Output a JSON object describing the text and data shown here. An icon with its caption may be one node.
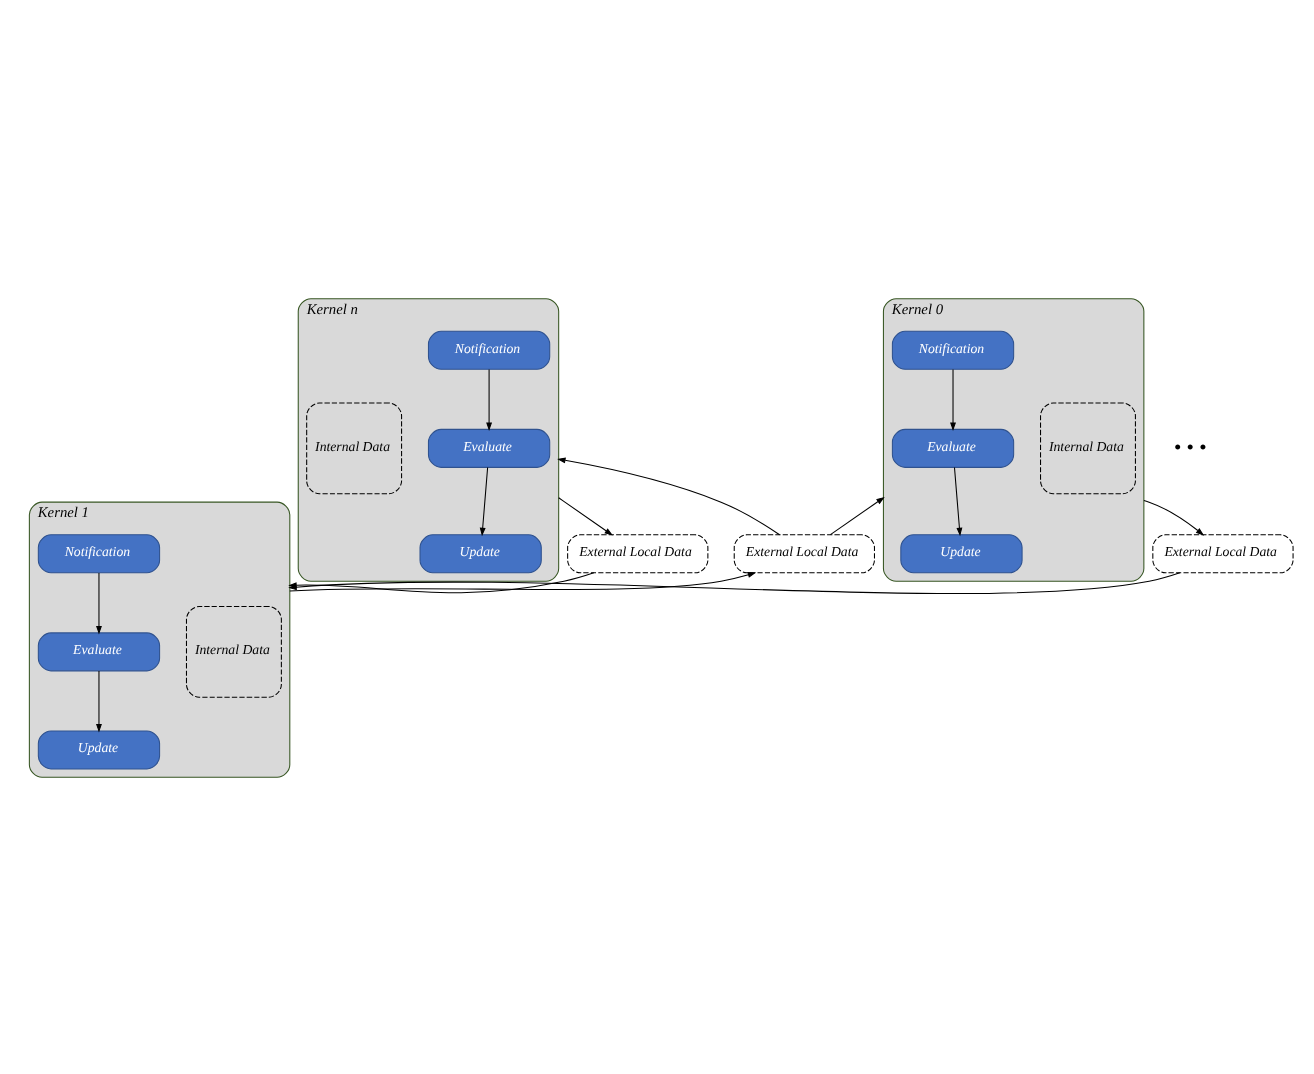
{
  "diagram": {
    "nodes": [
      {
        "text": [
          "Kernel 0"
        ]
      },
      {
        "text": [
          "Internal Data"
        ],
        "in": 0
      },
      {
        "text": [
          "Notification"
        ],
        "in": 0
      },
      {
        "text": [
          "Evaluate"
        ],
        "in": 0
      },
      {
        "text": [
          "Update"
        ],
        "in": 0
      },
      {
        "text": [
          "Kernel n"
        ]
      },
      {
        "text": [
          "Notification"
        ],
        "in": 5
      },
      {
        "text": [
          "Evaluate"
        ],
        "in": 5
      },
      {
        "text": [
          "Update"
        ],
        "in": 5
      },
      {
        "text": [
          "Internal Data"
        ],
        "in": 5
      },
      {
        "text": [
          "External Local Data"
        ]
      },
      {
        "text": [
          "External Local Data"
        ]
      },
      {
        "text": [
          "External Local Data"
        ]
      },
      {
        "text": [
          "Kernel 1"
        ]
      },
      {
        "text": [
          "Internal Data"
        ],
        "in": 13
      },
      {
        "text": [
          "Notification"
        ],
        "in": 13
      },
      {
        "text": [
          "Evaluate"
        ],
        "in": 13
      },
      {
        "text": [
          "Update"
        ],
        "in": 13
      }
    ],
    "edges": [
      {
        "from": 2,
        "to": 3,
        "arrow": "to"
      },
      {
        "from": 3,
        "to": 4,
        "arrow": "to"
      },
      {
        "from": 6,
        "to": 7,
        "arrow": "to"
      },
      {
        "from": 7,
        "to": 8,
        "arrow": "to"
      },
      {
        "from": 15,
        "to": 16,
        "arrow": "to"
      },
      {
        "from": 16,
        "to": 17,
        "arrow": "to"
      },
      {
        "from": 0,
        "to": 10,
        "arrow": "to"
      },
      {
        "from": 10,
        "to": 13,
        "arrow": "to"
      },
      {
        "from": 13,
        "to": 11,
        "arrow": "to"
      },
      {
        "from": 11,
        "to": 0,
        "arrow": "to"
      },
      {
        "from": 11,
        "to": 5,
        "arrow": "to"
      },
      {
        "from": 5,
        "to": 12,
        "arrow": "to"
      },
      {
        "from": 12,
        "to": 13,
        "arrow": "to"
      }
    ],
    "labels": [
      "• • •"
    ]
  }
}
